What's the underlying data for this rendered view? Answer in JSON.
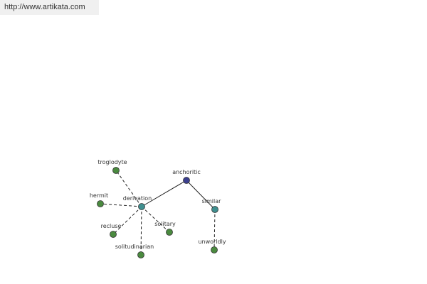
{
  "header": {
    "url": "http://www.artikata.com"
  },
  "colors": {
    "root": "#3b3f8f",
    "hub": "#3f8f8f",
    "leaf": "#4a8a3f"
  },
  "graph": {
    "nodes": [
      {
        "id": "anchoritic",
        "label": "anchoritic",
        "kind": "root"
      },
      {
        "id": "derivation",
        "label": "derivation",
        "kind": "hub"
      },
      {
        "id": "similar",
        "label": "similar",
        "kind": "hub"
      },
      {
        "id": "troglodyte",
        "label": "troglodyte",
        "kind": "leaf"
      },
      {
        "id": "hermit",
        "label": "hermit",
        "kind": "leaf"
      },
      {
        "id": "recluse",
        "label": "recluse",
        "kind": "leaf"
      },
      {
        "id": "solitudinarian",
        "label": "solitudinarian",
        "kind": "leaf"
      },
      {
        "id": "solitary",
        "label": "solitary",
        "kind": "leaf"
      },
      {
        "id": "unworldly",
        "label": "unworldly",
        "kind": "leaf"
      }
    ],
    "edges": [
      {
        "from": "anchoritic",
        "to": "derivation",
        "style": "solid"
      },
      {
        "from": "anchoritic",
        "to": "similar",
        "style": "solid"
      },
      {
        "from": "derivation",
        "to": "troglodyte",
        "style": "dashed"
      },
      {
        "from": "derivation",
        "to": "hermit",
        "style": "dashed"
      },
      {
        "from": "derivation",
        "to": "recluse",
        "style": "dashed"
      },
      {
        "from": "derivation",
        "to": "solitudinarian",
        "style": "dashed"
      },
      {
        "from": "derivation",
        "to": "solitary",
        "style": "dashed"
      },
      {
        "from": "similar",
        "to": "unworldly",
        "style": "dashed"
      }
    ]
  }
}
